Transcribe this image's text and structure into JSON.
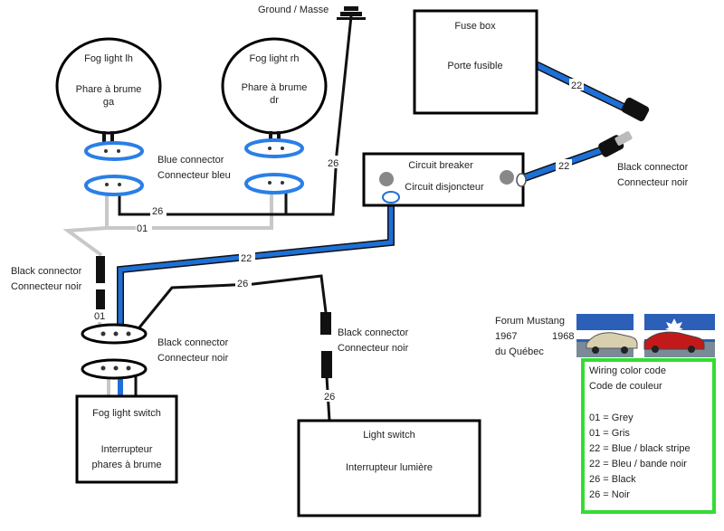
{
  "colors": {
    "grey_wire": "#c8c8c8",
    "blue_wire": "#1e6fd6",
    "black_wire": "#111111",
    "connector_blue": "#2a7fe6",
    "legend_border": "#33dd33",
    "box_border": "#000000"
  },
  "ground": {
    "label": "Ground / Masse"
  },
  "fog_lh": {
    "line1": "Fog light lh",
    "line2": "Phare à brume",
    "line3": "ga"
  },
  "fog_rh": {
    "line1": "Fog light rh",
    "line2": "Phare à brume",
    "line3": "dr"
  },
  "fuse_box": {
    "line1": "Fuse box",
    "line2": "Porte fusible"
  },
  "breaker": {
    "line1": "Circuit breaker",
    "line2": "Circuit disjoncteur"
  },
  "blue_connector": {
    "line1": "Blue connector",
    "line2": "Connecteur bleu"
  },
  "black_conn_right": {
    "line1": "Black connector",
    "line2": "Connecteur noir"
  },
  "black_conn_left": {
    "line1": "Black connector",
    "line2": "Connecteur noir"
  },
  "black_conn_mid": {
    "line1": "Black connector",
    "line2": "Connecteur noir"
  },
  "black_conn_switch": {
    "line1": "Black connector",
    "line2": "Connecteur noir"
  },
  "fog_switch": {
    "line1": "Fog light switch",
    "line2": "Interrupteur",
    "line3": "phares à brume"
  },
  "light_switch": {
    "line1": "Light switch",
    "line2": "Interrupteur lumière"
  },
  "wire_labels": {
    "w26_ground": "26",
    "w22_fuse": "22",
    "w22_breaker": "22",
    "w26_top": "26",
    "w01_grey": "01",
    "w22_main": "22",
    "w26_mid": "26",
    "w01_left": "01",
    "w26_light": "26"
  },
  "forum": {
    "line1": "Forum Mustang",
    "year1": "1967",
    "year2": "1968",
    "line3": "du Québec"
  },
  "legend": {
    "title1": "Wiring color code",
    "title2": "Code de couleur",
    "items": [
      "01 = Grey",
      "01 = Gris",
      "22 = Blue / black stripe",
      "22 = Bleu / bande noir",
      "26 = Black",
      "26 = Noir"
    ]
  }
}
